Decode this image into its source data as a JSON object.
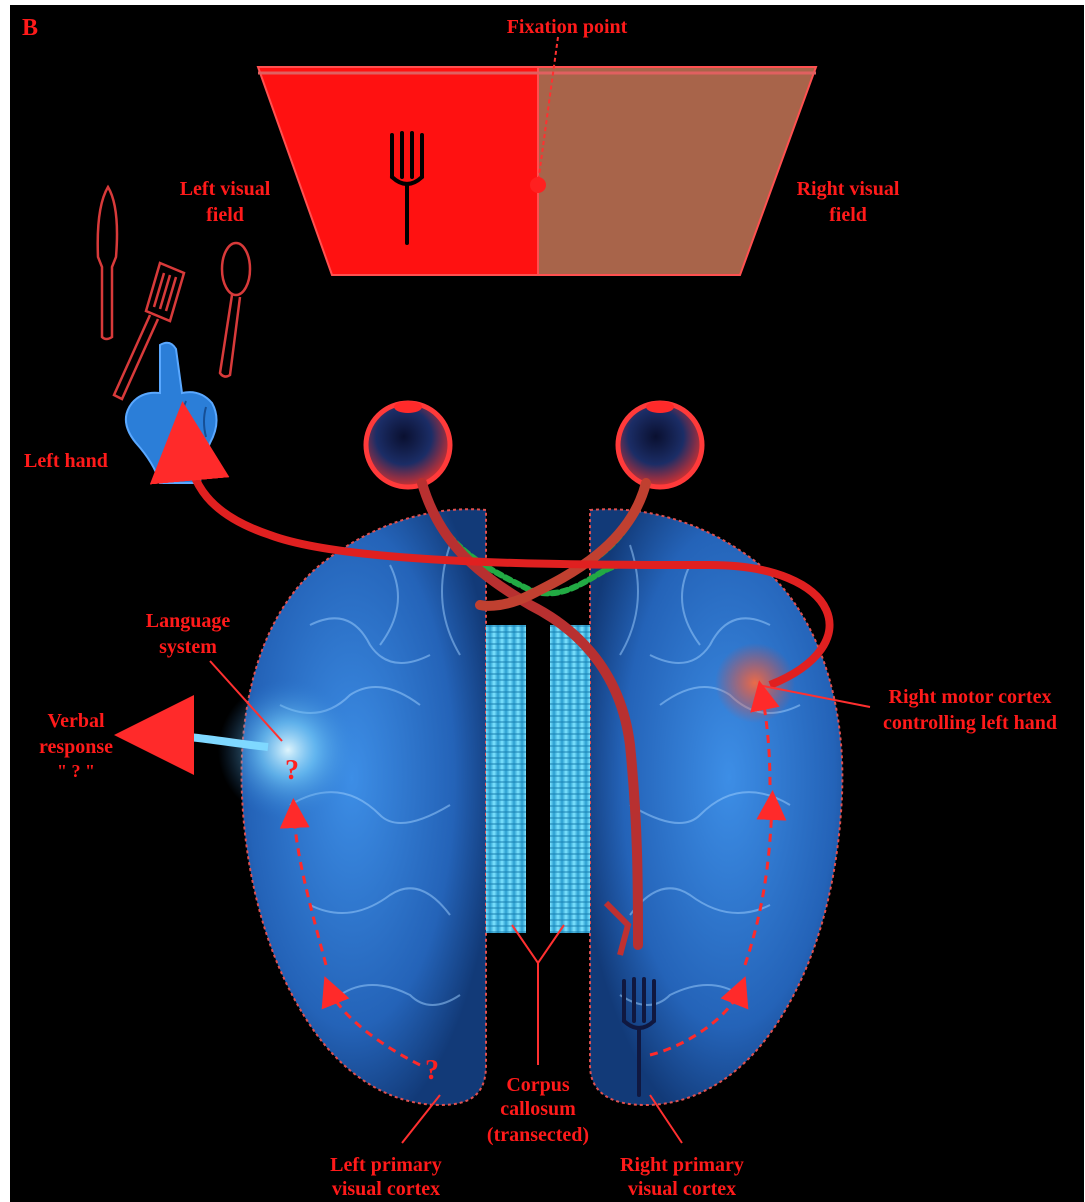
{
  "panel_letter": "B",
  "labels": {
    "fixation_point": "Fixation point",
    "left_visual_field": [
      "Left visual",
      "field"
    ],
    "right_visual_field": [
      "Right visual",
      "field"
    ],
    "left_hand": "Left hand",
    "language_system": [
      "Language",
      "system"
    ],
    "verbal_response": [
      "Verbal",
      "response",
      "\" ? \""
    ],
    "right_motor_cortex": [
      "Right motor cortex",
      "controlling left hand"
    ],
    "corpus_callosum": [
      "Corpus",
      "callosum",
      "(transected)"
    ],
    "left_primary_visual_cortex": [
      "Left primary",
      "visual cortex"
    ],
    "right_primary_visual_cortex": [
      "Right primary",
      "visual cortex"
    ]
  },
  "question_mark": "?",
  "colors": {
    "background": "#000000",
    "label_red": "#ff1a1a",
    "left_field": "#ff1111",
    "right_field": "#a8644a",
    "brain_blue": "#2f7fd6",
    "callosum_cyan": "#5cd4f0",
    "pathway_red": "#e02020",
    "pathway_green": "#22aa44"
  },
  "icons": [
    "fork-icon",
    "knife-icon",
    "spatula-icon",
    "spoon-icon",
    "pointing-hand-icon",
    "eye-icon"
  ]
}
